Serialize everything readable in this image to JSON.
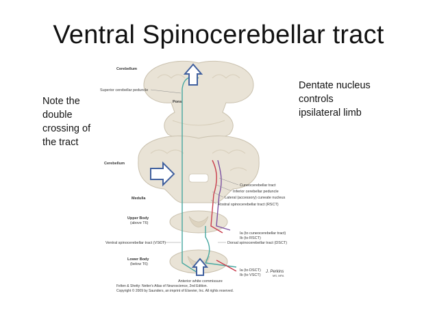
{
  "slide": {
    "title": "Ventral Spinocerebellar tract",
    "left_note": [
      "Note the",
      "double",
      "crossing of",
      "the tract"
    ],
    "right_note": [
      "Dentate nucleus",
      "controls",
      "ipsilateral limb"
    ]
  },
  "figure": {
    "labels": {
      "cerebellum_top": "Cerebellum",
      "superior_peduncle": "Superior cerebellar peduncle",
      "pons": "Pons",
      "cerebellum_mid": "Cerebellum",
      "medulla": "Medulla",
      "cuneocerebellar": "Cuneocerebellar tract",
      "inferior_peduncle": "Inferior cerebellar peduncle",
      "lateral_cuneate": "Lateral (accessory) cuneate nucleus",
      "rscr": "Rostral spinocerebellar tract (RSCT)",
      "upper_body": "Upper Body",
      "upper_body_sub": "(above T6)",
      "to_cuneo": "Ia (to cuneocerebellar tract)",
      "ib_rsct": "Ib (to RSCT)",
      "vsct": "Ventral spinocerebellar tract (VSCT)",
      "dsct": "Dorsal spinocerebellar tract (DSCT)",
      "lower_body": "Lower Body",
      "lower_body_sub": "(below T6)",
      "ia_dsct": "Ia (to DSCT)",
      "ib_vsct": "Ib (to VSCT)",
      "anterior_commissure": "Anterior white commissure",
      "signature": "J. Perkins",
      "signature_sub": "MS, MFA",
      "credit_1": "Felten & Shetty: Netter's Atlas of Neuroscience, 2nd Edition.",
      "credit_2": "Copyright © 2009 by Saunders, an imprint of Elsevier, Inc. All rights reserved."
    },
    "colors": {
      "tissue": "#e9e3d6",
      "tissue_edge": "#c9c0ad",
      "tract_teal": "#46a7a0",
      "tract_red": "#c93a4a",
      "tract_purple": "#7b4fa0",
      "arrow_blue": "#3f5f9e"
    }
  }
}
